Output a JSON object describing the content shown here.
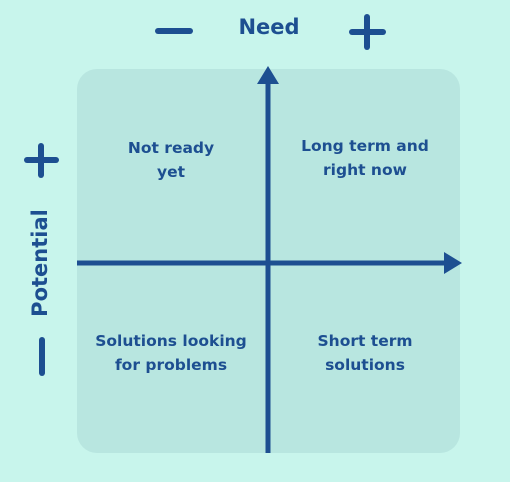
{
  "colors": {
    "background": "#c8f5ec",
    "panel": "#b8e6e0",
    "ink": "#1d4f91"
  },
  "axes": {
    "x": {
      "title": "Need",
      "low_sign": "−",
      "high_sign": "+"
    },
    "y": {
      "title": "Potential",
      "low_sign": "−",
      "high_sign": "+"
    }
  },
  "quadrants": {
    "top_left": {
      "lines": [
        "Not ready",
        "yet"
      ]
    },
    "top_right": {
      "lines": [
        "Long term and",
        "right now"
      ]
    },
    "bottom_left": {
      "lines": [
        "Solutions looking",
        "for problems"
      ]
    },
    "bottom_right": {
      "lines": [
        "Short term",
        "solutions"
      ]
    }
  },
  "icons": {
    "need_minus": "minus-icon",
    "need_plus": "plus-icon",
    "potential_plus": "plus-icon",
    "potential_minus": "minus-icon"
  }
}
